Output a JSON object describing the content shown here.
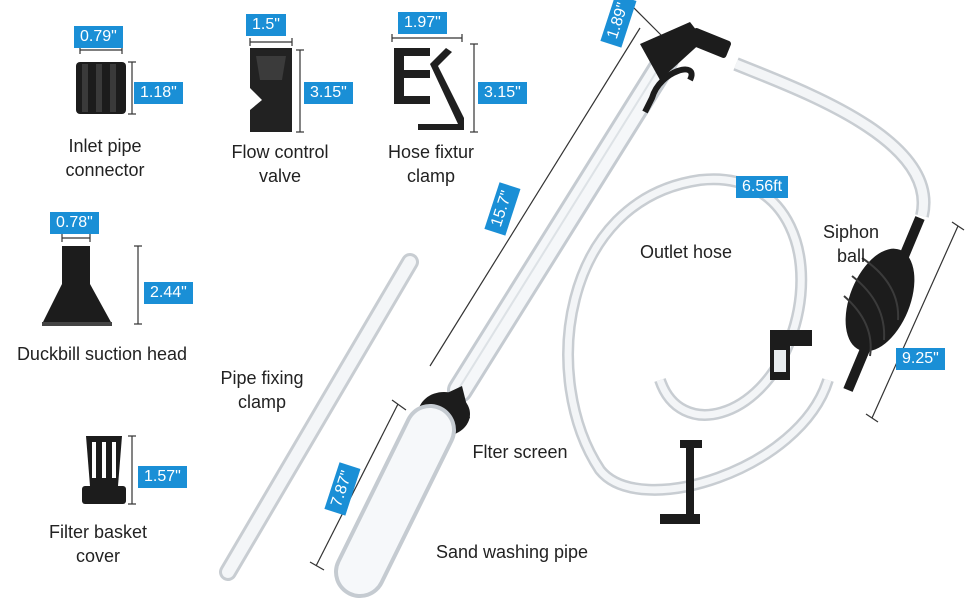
{
  "parts": {
    "inlet_pipe_connector": {
      "label": "Inlet pipe connector",
      "width": "0.79\"",
      "height": "1.18\""
    },
    "flow_control_valve": {
      "label": "Flow control valve",
      "width": "1.5\"",
      "height": "3.15\""
    },
    "hose_fixture_clamp": {
      "label": "Hose fixtur clamp",
      "width": "1.97\"",
      "height": "3.15\""
    },
    "duckbill_suction_head": {
      "label": "Duckbill suction head",
      "width": "0.78\"",
      "height": "2.44\""
    },
    "filter_basket_cover": {
      "label": "Filter basket cover",
      "height": "1.57\""
    },
    "pipe_fixing_clamp": {
      "label": "Pipe fixing clamp"
    },
    "main_pipe": {
      "top_length": "1.89\"",
      "length": "15.7\""
    },
    "filter_screen": {
      "label": "Flter screen"
    },
    "sand_washing_pipe": {
      "label": "Sand washing pipe",
      "length": "7.87\""
    },
    "outlet_hose": {
      "label": "Outlet hose",
      "length": "6.56ft"
    },
    "siphon_ball": {
      "label": "Siphon ball",
      "length": "9.25\""
    }
  },
  "colors": {
    "tag_blue": "#1a8fd6",
    "part_black": "#1c1c1c"
  }
}
